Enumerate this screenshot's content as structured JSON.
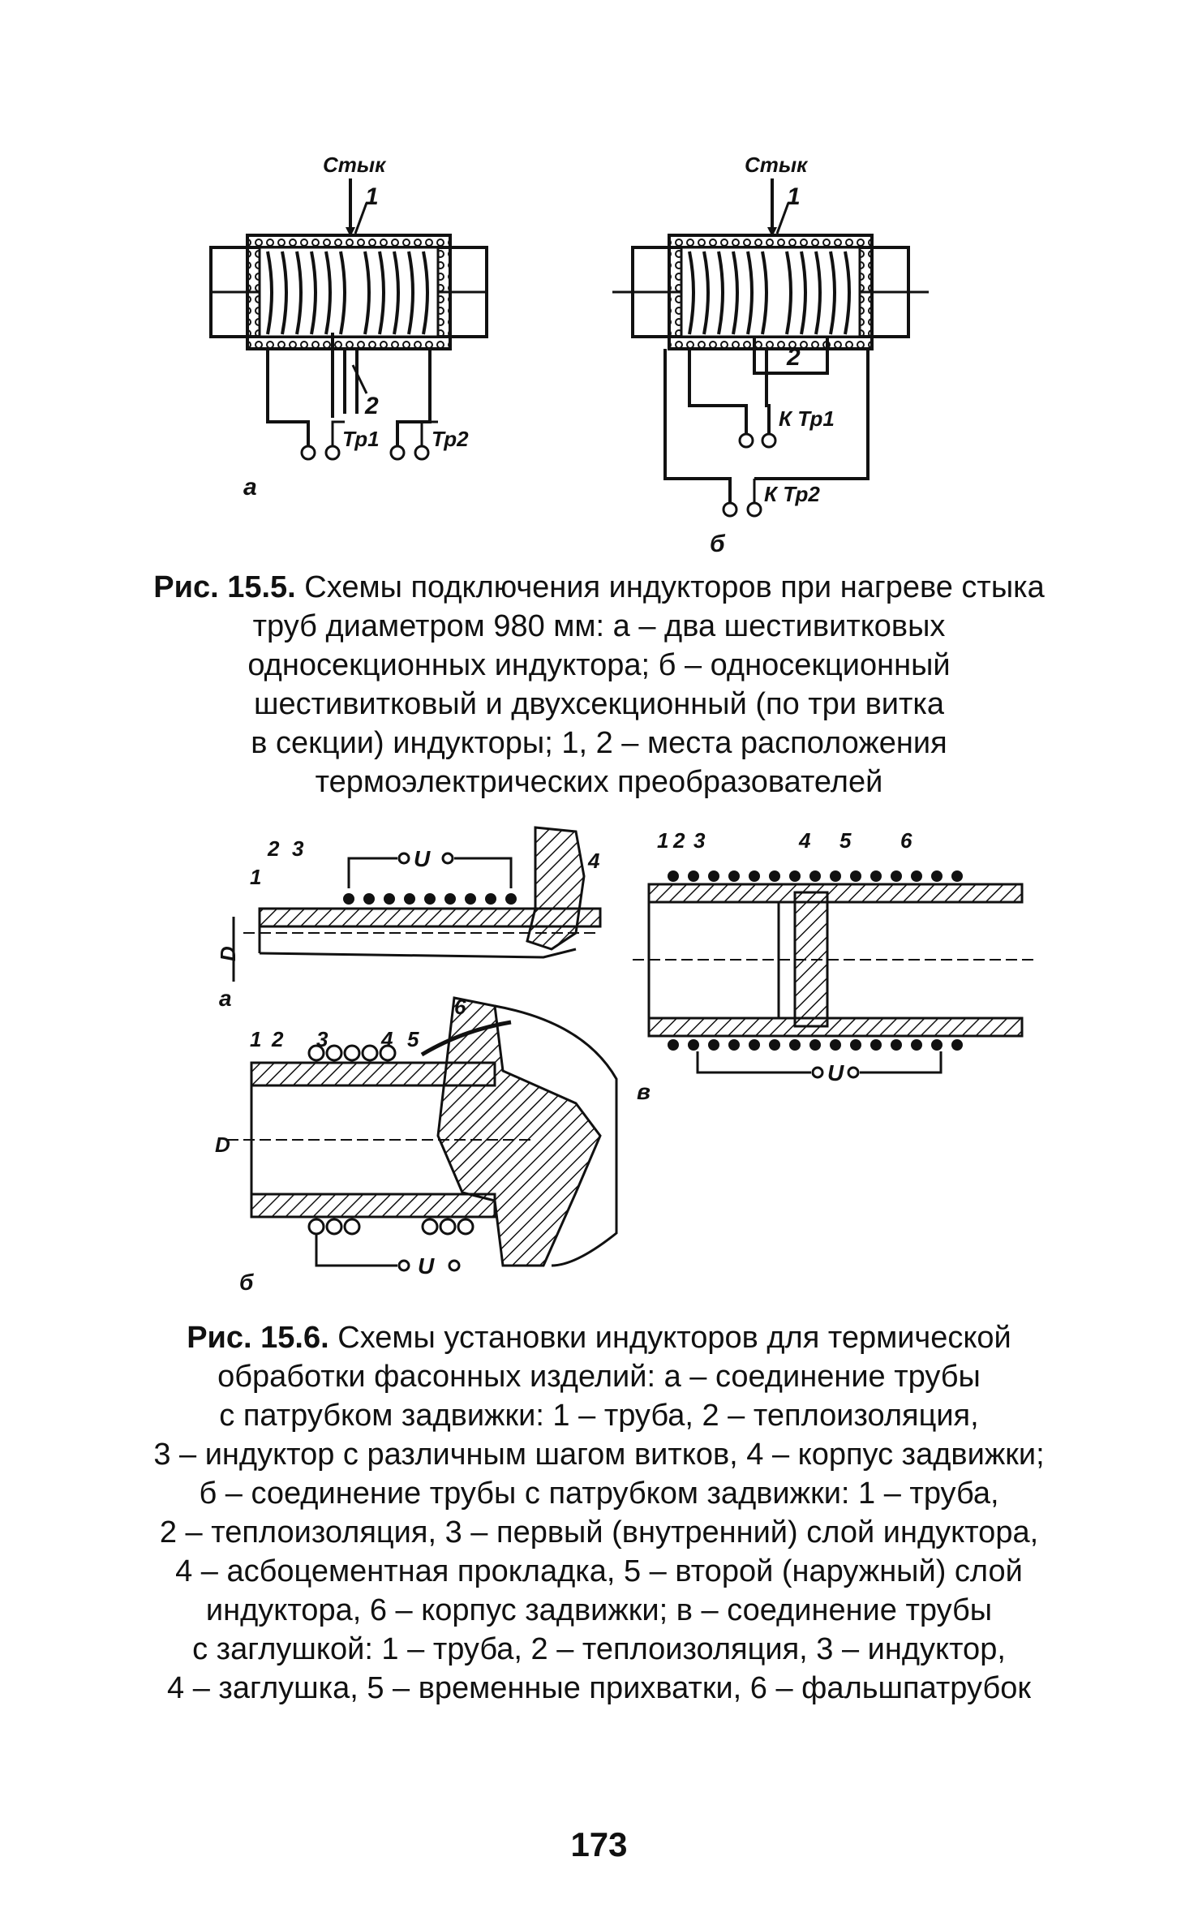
{
  "fig15_5": {
    "joint_a": "Стык",
    "joint_b": "Стык",
    "n1_a": "1",
    "n2_a": "2",
    "n1_b": "1",
    "n2_b": "2",
    "tr1_a": "Тр1",
    "tr2_a": "Тр2",
    "kt1_b": "К Тр1",
    "kt2_b": "К Тр2",
    "letter_a": "а",
    "letter_b": "б",
    "caption_label": "Рис. 15.5.",
    "caption_lines": [
      "Схемы подключения индукторов при нагреве стыка",
      "труб диаметром 980 мм: а – два шестивитковых",
      "односекционных индуктора; б – односекционный",
      "шестивитковый и двухсекционный (по три витка",
      "в секции) индукторы; 1, 2 – места расположения",
      "термоэлектрических преобразователей"
    ]
  },
  "fig15_6": {
    "a_nums": [
      "2",
      "3",
      "1",
      "4"
    ],
    "a_U": "U",
    "a_D": "D",
    "a_letter": "а",
    "b_nums": [
      "1",
      "2",
      "3",
      "4",
      "5",
      "6"
    ],
    "b_U": "U",
    "b_D": "D",
    "b_letter": "б",
    "v_nums": [
      "1",
      "2",
      "3",
      "4",
      "5",
      "6"
    ],
    "v_U": "U",
    "v_letter": "в",
    "caption_label": "Рис. 15.6.",
    "caption_lines": [
      "Схемы установки индукторов для термической",
      "обработки фасонных изделий: а – соединение трубы",
      "с патрубком задвижки: 1 – труба, 2 – теплоизоляция,",
      "3 – индуктор с различным шагом витков, 4 – корпус задвижки;",
      "б – соединение трубы с патрубком задвижки: 1 – труба,",
      "2 – теплоизоляция, 3 – первый (внутренний) слой индуктора,",
      "4 – асбоцементная прокладка, 5 – второй (наружный) слой",
      "индуктора, 6 – корпус задвижки; в – соединение трубы",
      "с заглушкой: 1 – труба, 2 – теплоизоляция, 3 – индуктор,",
      "4 – заглушка, 5 – временные прихватки, 6 – фальшпатрубок"
    ]
  },
  "page_number": "173"
}
